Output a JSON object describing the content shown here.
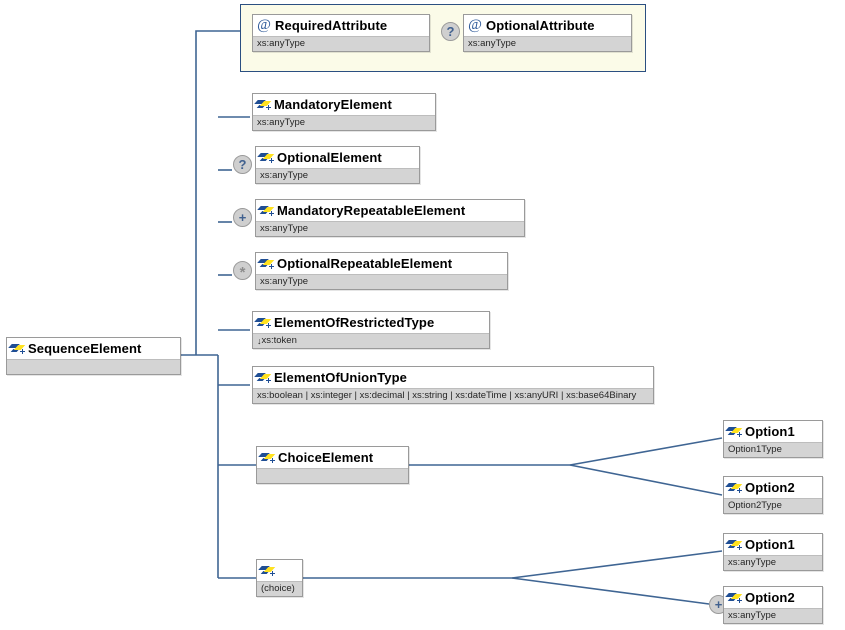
{
  "diagram": {
    "kind": "xml-schema-element-diagram",
    "colors": {
      "connector": "#3f6593",
      "node_border": "#9a9a9a",
      "type_bar": "#d4d4d4",
      "attr_group_bg": "#fbfbe8",
      "attr_group_border": "#2b4f81",
      "icon_blue": "#1f4e94",
      "icon_yellow": "#ffe21f",
      "marker_bg": "#cfcfcf",
      "marker_text": "#41618f"
    },
    "root": {
      "label": "SequenceElement",
      "type": "",
      "icon": "element-icon"
    },
    "attribute_group": {
      "attributes": [
        {
          "label": "RequiredAttribute",
          "type": "xs:anyType",
          "icon": "at-icon",
          "occurrence": ""
        },
        {
          "label": "OptionalAttribute",
          "type": "xs:anyType",
          "icon": "at-icon",
          "occurrence": "?"
        }
      ]
    },
    "children": [
      {
        "label": "MandatoryElement",
        "type": "xs:anyType",
        "icon": "element-icon",
        "occurrence": ""
      },
      {
        "label": "OptionalElement",
        "type": "xs:anyType",
        "icon": "element-icon",
        "occurrence": "?"
      },
      {
        "label": "MandatoryRepeatableElement",
        "type": "xs:anyType",
        "icon": "element-icon",
        "occurrence": "+"
      },
      {
        "label": "OptionalRepeatableElement",
        "type": "xs:anyType",
        "icon": "element-icon",
        "occurrence": "*"
      },
      {
        "label": "ElementOfRestrictedType",
        "type": "xs:token",
        "type_prefix": "↓",
        "icon": "element-icon",
        "occurrence": ""
      },
      {
        "label": "ElementOfUnionType",
        "type": "xs:boolean | xs:integer | xs:decimal | xs:string | xs:dateTime | xs:anyURI | xs:base64Binary",
        "icon": "element-icon",
        "occurrence": ""
      },
      {
        "label": "ChoiceElement",
        "type": "",
        "icon": "element-icon",
        "occurrence": ""
      },
      {
        "label": "",
        "type": "(choice)",
        "icon": "element-icon",
        "occurrence": ""
      }
    ],
    "choice_element_options": [
      {
        "label": "Option1",
        "type": "Option1Type",
        "icon": "element-icon",
        "occurrence": ""
      },
      {
        "label": "Option2",
        "type": "Option2Type",
        "icon": "element-icon",
        "occurrence": ""
      }
    ],
    "choice_group_options": [
      {
        "label": "Option1",
        "type": "xs:anyType",
        "icon": "element-icon",
        "occurrence": ""
      },
      {
        "label": "Option2",
        "type": "xs:anyType",
        "icon": "element-icon",
        "occurrence": "+"
      }
    ]
  }
}
